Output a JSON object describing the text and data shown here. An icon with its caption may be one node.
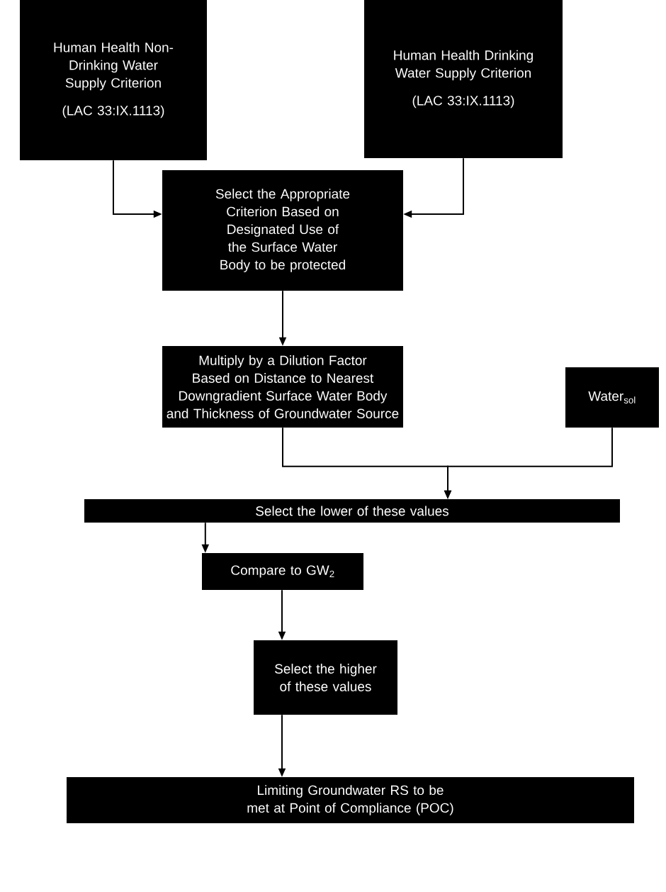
{
  "diagram": {
    "nodes": [
      {
        "text": [
          "Human Health Non-Drinking Water Supply Criterion",
          "(LAC 33:IX.1113)"
        ]
      },
      {
        "text": [
          "Human Health Drinking Water Supply Criterion",
          "(LAC 33:IX.1113)"
        ]
      },
      {
        "text": [
          "Select the Appropriate Criterion Based on Designated Use of the Surface Water Body to be protected"
        ]
      },
      {
        "text": [
          "Multiply by a Dilution Factor Based on Distance  to Nearest Downgradient Surface Water Body and Thickness of Groundwater Source"
        ]
      },
      {
        "text": [
          "Water$_{sol}$"
        ]
      },
      {
        "text": [
          "Select the lower of these values"
        ]
      },
      {
        "text": [
          "Compare to GW$_{2}$"
        ]
      },
      {
        "text": [
          "Select the higher of these values"
        ]
      },
      {
        "text": [
          "Limiting Groundwater RS to be met at Point of Compliance (POC)"
        ]
      }
    ],
    "edges": [
      {
        "from": 0,
        "to": 2,
        "arrow": "to"
      },
      {
        "from": 1,
        "to": 2,
        "arrow": "to"
      },
      {
        "from": 2,
        "to": 3,
        "arrow": "to"
      },
      {
        "from": 3,
        "to": 5,
        "arrow": "to"
      },
      {
        "from": 4,
        "to": 5,
        "arrow": "to"
      },
      {
        "from": 5,
        "to": 6,
        "arrow": "to"
      },
      {
        "from": 6,
        "to": 7,
        "arrow": "to"
      },
      {
        "from": 7,
        "to": 8,
        "arrow": "to"
      }
    ]
  }
}
